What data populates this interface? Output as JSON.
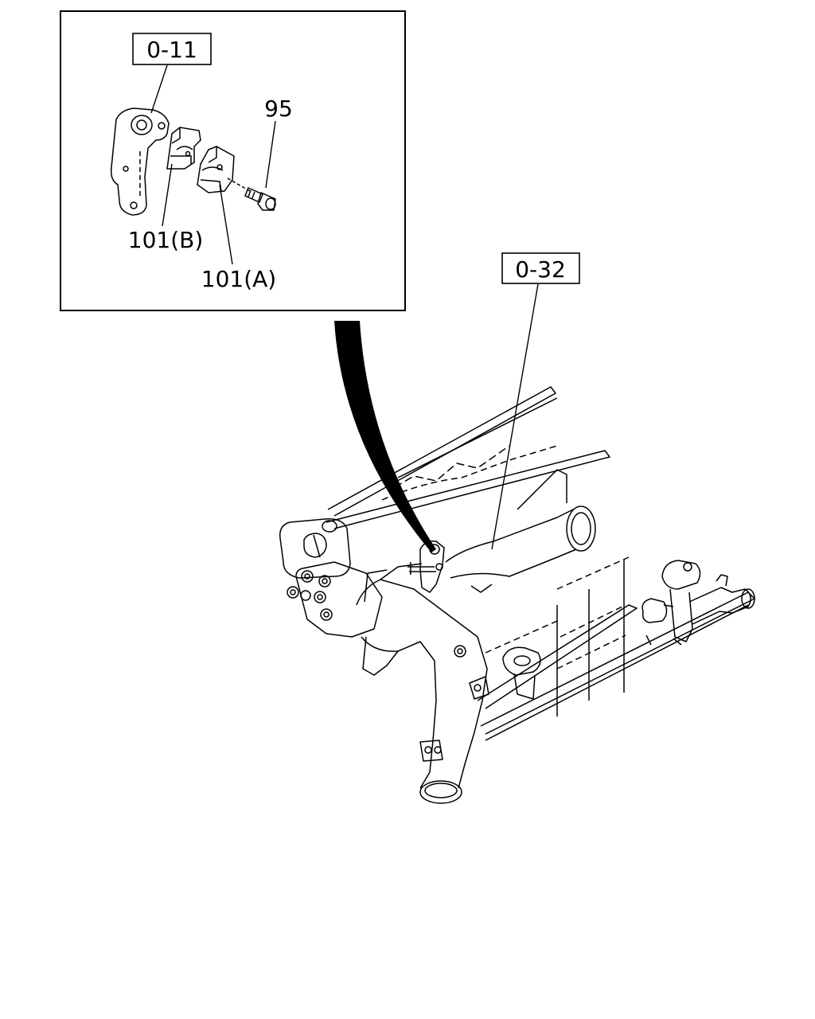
{
  "labels": {
    "ref_top": "0-11",
    "ref_right": "0-32",
    "part_bolt": "95",
    "part_clamp_b": "101(B)",
    "part_clamp_a": "101(A)"
  },
  "colors": {
    "line": "#000000",
    "background": "#ffffff"
  }
}
